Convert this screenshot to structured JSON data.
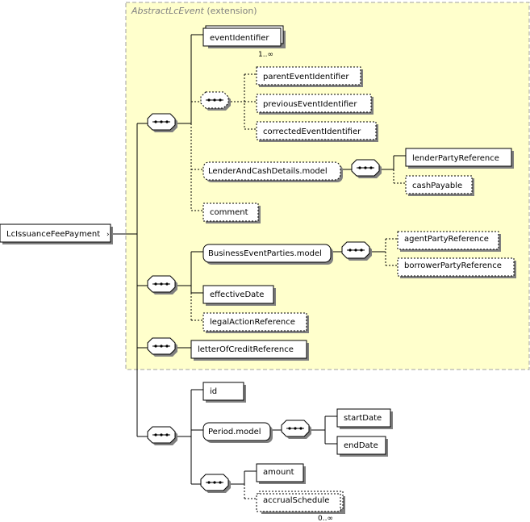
{
  "extension": {
    "name": "AbstractLcEvent",
    "suffix": " (extension)"
  },
  "root": "LcIssuanceFeePayment",
  "elements": {
    "event_identifier": "eventIdentifier",
    "event_identifier_card": "1..∞",
    "parent_event_identifier": "parentEventIdentifier",
    "previous_event_identifier": "previousEventIdentifier",
    "corrected_event_identifier": "correctedEventIdentifier",
    "lender_cash_model": "LenderAndCashDetails.model",
    "lender_party_reference": "lenderPartyReference",
    "cash_payable": "cashPayable",
    "comment": "comment",
    "business_event_parties_model": "BusinessEventParties.model",
    "agent_party_reference": "agentPartyReference",
    "borrower_party_reference": "borrowerPartyReference",
    "effective_date": "effectiveDate",
    "legal_action_reference": "legalActionReference",
    "letter_of_credit_reference": "letterOfCreditReference",
    "id": "id",
    "period_model": "Period.model",
    "start_date": "startDate",
    "end_date": "endDate",
    "amount": "amount",
    "accrual_schedule": "accrualSchedule",
    "accrual_schedule_card": "0..∞"
  },
  "colors": {
    "extension_fill": "#FFFFCC",
    "extension_border": "#A0A0A0",
    "node_fill": "#FFFFFF",
    "shadow": "#808080",
    "line": "#000000"
  }
}
